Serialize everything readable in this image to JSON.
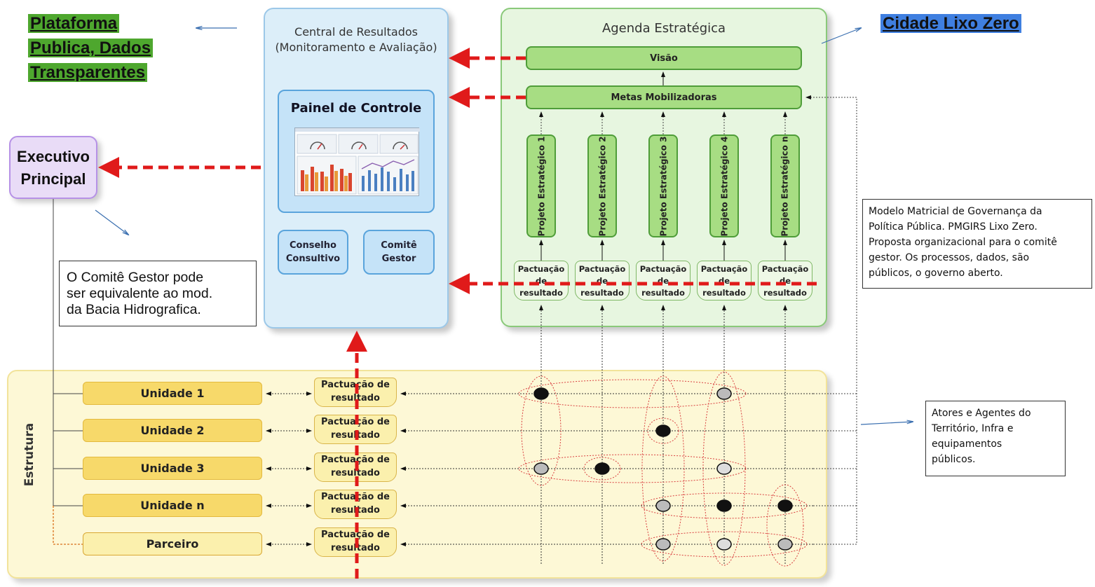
{
  "titles": {
    "plataforma": [
      "Plataforma",
      "Publica, Dados",
      "Transparentes"
    ],
    "cidade": "Cidade Lixo Zero"
  },
  "central": {
    "title_line1": "Central de Resultados",
    "title_line2": "(Monitoramento e Avaliação)",
    "painel": "Painel de Controle",
    "conselho": [
      "Conselho",
      "Consultivo"
    ],
    "comite": [
      "Comitê",
      "Gestor"
    ]
  },
  "agenda": {
    "title": "Agenda Estratégica",
    "visao": "Visão",
    "metas": "Metas Mobilizadoras",
    "projetos": [
      "Projeto Estratégico 1",
      "Projeto Estratégico 2",
      "Projeto Estratégico 3",
      "Projeto Estratégico 4",
      "Projeto Estratégico n"
    ],
    "pactuacao": [
      "Pactuação",
      "de",
      "resultado"
    ]
  },
  "executivo": [
    "Executivo",
    "Principal"
  ],
  "notes": {
    "comite": [
      "O Comitê Gestor pode",
      "ser equivalente ao mod.",
      "da Bacia Hidrografica."
    ],
    "modelo": [
      "Modelo Matricial de Governança da",
      "Política Pública.  PMGIRS Lixo Zero.",
      "Proposta organizacional para o comitê",
      "gestor. Os processos, dados, são",
      "públicos, o governo aberto."
    ],
    "atores": [
      "Atores  e Agentes do",
      "Território,  Infra e",
      "equipamentos",
      "públicos."
    ]
  },
  "estrutura": {
    "label": "Estrutura",
    "units": [
      "Unidade 1",
      "Unidade 2",
      "Unidade 3",
      "Unidade n",
      "Parceiro"
    ],
    "pactuacao": [
      "Pactuação de",
      "resultado"
    ]
  },
  "colors": {
    "green_title": "#4ea72e",
    "blue_title": "#3f7fe0",
    "red_arrow": "#e01a1a"
  }
}
